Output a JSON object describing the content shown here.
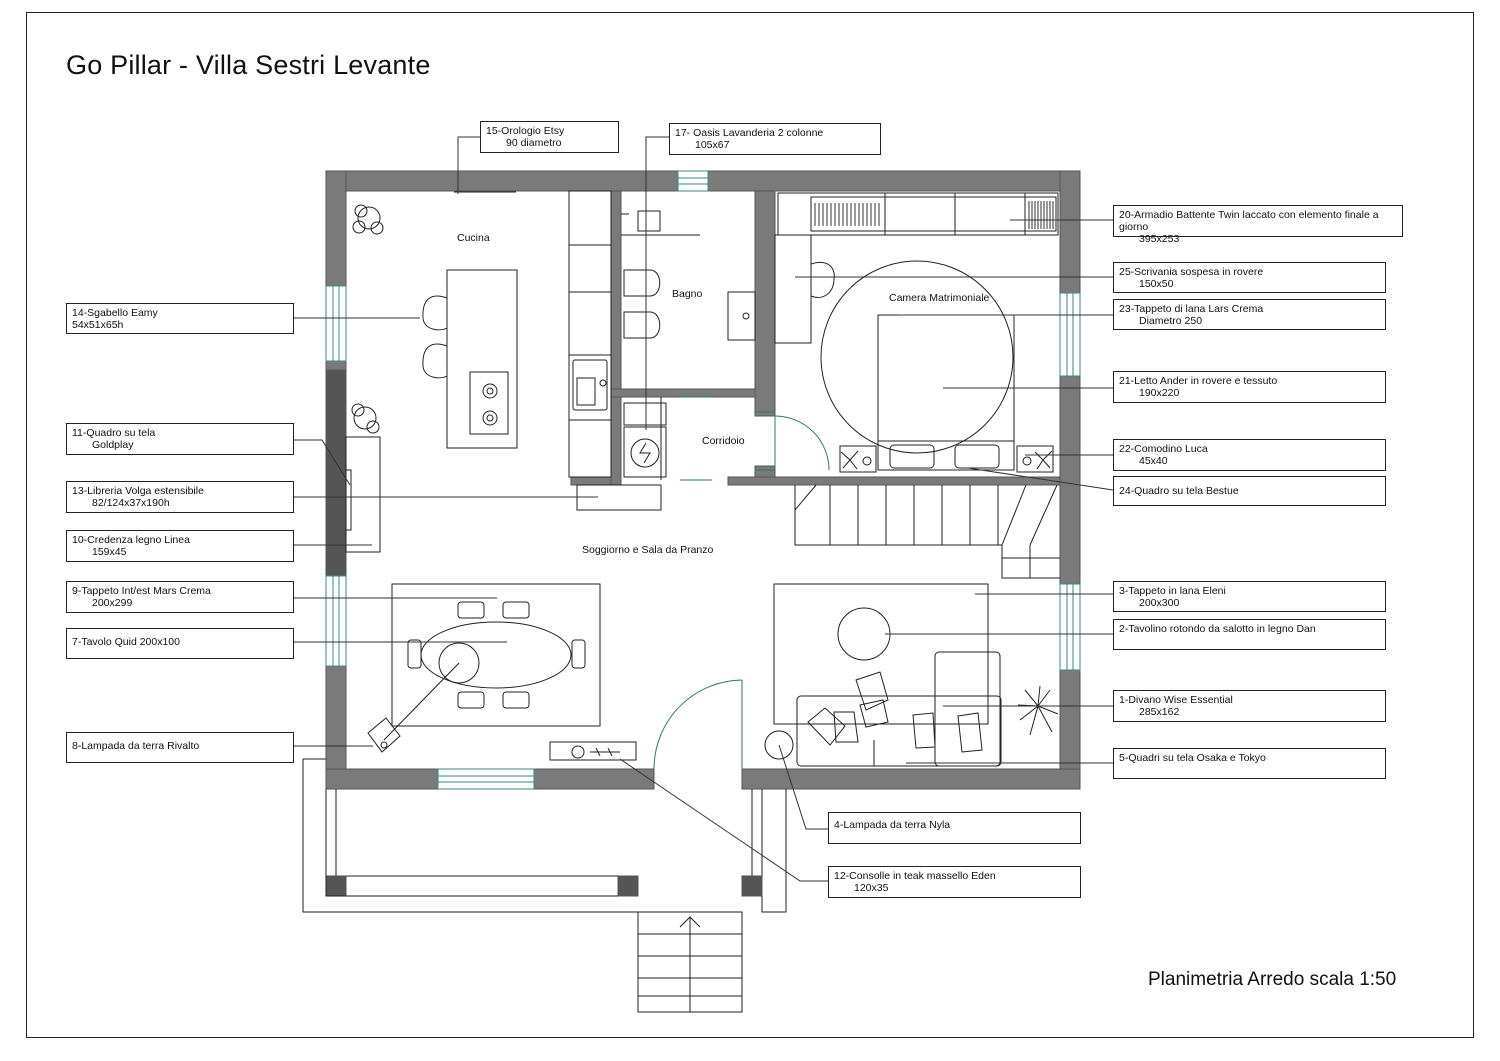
{
  "sheet": {
    "title": "Go Pillar - Villa Sestri Levante",
    "footer": "Planimetria Arredo scala 1:50"
  },
  "rooms": {
    "cucina": "Cucina",
    "bagno": "Bagno",
    "camera": "Camera Matrimoniale",
    "corridoio": "Corridoio",
    "soggiorno": "Soggiorno e Sala da Pranzo"
  },
  "labels": [
    {
      "id": "15",
      "line1": "15-Orologio Etsy",
      "line2": "90 diametro"
    },
    {
      "id": "17",
      "line1": "17- Oasis Lavanderia 2 colonne",
      "line2": "105x67"
    },
    {
      "id": "20",
      "line1": "20-Armadio Battente Twin laccato con elemento finale a giorno",
      "line2": "395x253"
    },
    {
      "id": "25",
      "line1": "25-Scrivania sospesa in rovere",
      "line2": "150x50"
    },
    {
      "id": "23",
      "line1": "23-Tappeto di lana Lars Crema",
      "line2": "Diametro 250"
    },
    {
      "id": "21",
      "line1": "21-Letto Ander in rovere e tessuto",
      "line2": "190x220"
    },
    {
      "id": "22",
      "line1": "22-Comodino Luca",
      "line2": "45x40"
    },
    {
      "id": "24",
      "line1": "24-Quadro su tela Bestue",
      "line2": ""
    },
    {
      "id": "3",
      "line1": "3-Tappeto in lana Eleni",
      "line2": "200x300"
    },
    {
      "id": "2",
      "line1": "2-Tavolino rotondo da salotto in legno Dan",
      "line2": ""
    },
    {
      "id": "1",
      "line1": "1-Divano Wise Essential",
      "line2": "285x162"
    },
    {
      "id": "5",
      "line1": "5-Quadri su tela Osaka e Tokyo",
      "line2": ""
    },
    {
      "id": "4",
      "line1": "4-Lampada da terra Nyla",
      "line2": ""
    },
    {
      "id": "12",
      "line1": "12-Consolle in teak massello Eden",
      "line2": "120x35"
    },
    {
      "id": "14",
      "line1": "14-Sgabello Eamy",
      "line2": "54x51x65h"
    },
    {
      "id": "11",
      "line1": "11-Quadro su tela",
      "line2": "Goldplay"
    },
    {
      "id": "13",
      "line1": "13-Libreria Volga estensibile",
      "line2": "82/124x37x190h"
    },
    {
      "id": "10",
      "line1": "10-Credenza legno Linea",
      "line2": "159x45"
    },
    {
      "id": "9",
      "line1": "9-Tappeto Int/est Mars Crema",
      "line2": "200x299"
    },
    {
      "id": "7",
      "line1": "7-Tavolo Quid 200x100",
      "line2": ""
    },
    {
      "id": "8",
      "line1": "8-Lampada da terra Rivalto",
      "line2": ""
    }
  ],
  "colors": {
    "wall": "#7a7a7a",
    "line": "#222222",
    "window": "#3a8a8a",
    "door": "#2a7a6a"
  }
}
